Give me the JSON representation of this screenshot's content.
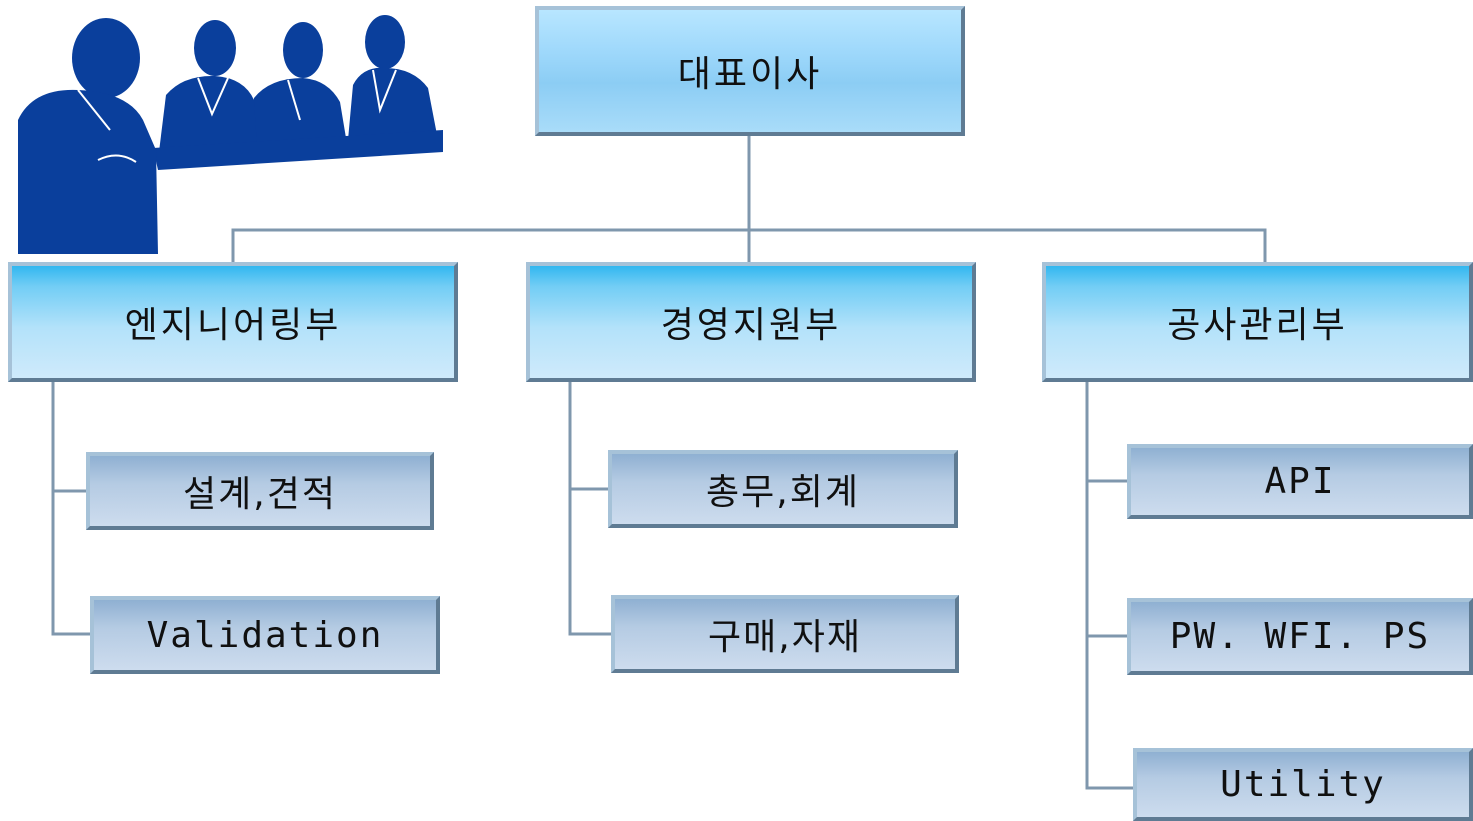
{
  "ceo": {
    "label": "대표이사"
  },
  "departments": [
    {
      "label": "엔지니어링부",
      "teams": [
        "설계,견적",
        "Validation"
      ]
    },
    {
      "label": "경영지원부",
      "teams": [
        "총무,회계",
        "구매,자재"
      ]
    },
    {
      "label": "공사관리부",
      "teams": [
        "API",
        "PW. WFI. PS",
        "Utility"
      ]
    }
  ],
  "colors": {
    "silhouette": "#0a3f9c",
    "connector": "#7f97ad"
  },
  "icons": {
    "people": "business-meeting-silhouette-icon"
  }
}
